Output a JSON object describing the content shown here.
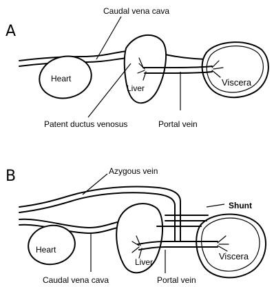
{
  "panel_a": {
    "letter": "A",
    "labels": {
      "caudal_vena_cava": "Caudal vena cava",
      "heart": "Heart",
      "liver": "Liver",
      "viscera": "Viscera",
      "patent_ductus_venosus": "Patent ductus venosus",
      "portal_vein": "Portal vein"
    }
  },
  "panel_b": {
    "letter": "B",
    "labels": {
      "azygous_vein": "Azygous vein",
      "shunt": "Shunt",
      "heart": "Heart",
      "liver": "Liver",
      "viscera": "Viscera",
      "caudal_vena_cava": "Caudal vena cava",
      "portal_vein": "Portal vein"
    }
  }
}
